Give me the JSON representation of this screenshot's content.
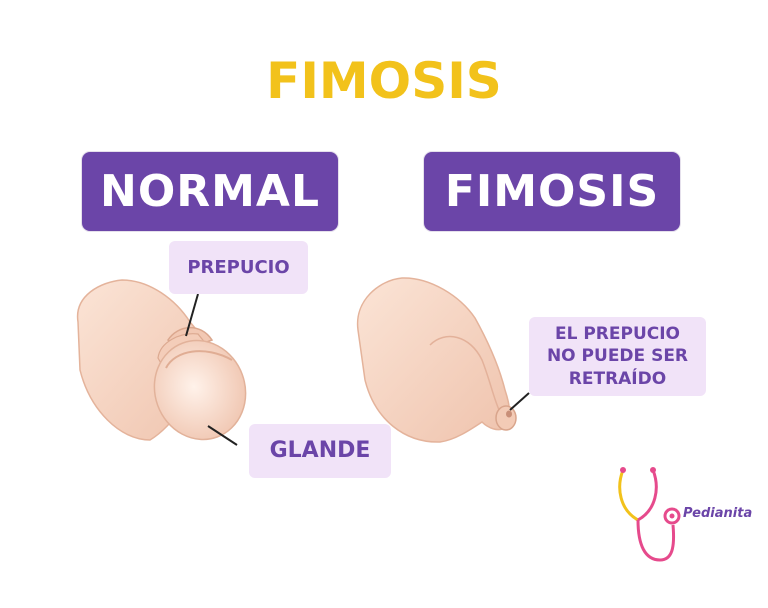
{
  "title": "FIMOSIS",
  "panels": {
    "normal": {
      "heading": "NORMAL"
    },
    "fimosis": {
      "heading": "FIMOSIS"
    }
  },
  "labels": {
    "prepucio": "PREPUCIO",
    "glande": "GLANDE",
    "retraido": "EL PREPUCIO\nNO PUEDE SER\nRETRAÍDO"
  },
  "brand": {
    "name": "Pedianita"
  },
  "colors": {
    "title": "#f2c21b",
    "banner": "#6b45a8",
    "label_bg": "#f1e3f8",
    "label_text": "#6b45a8",
    "skin": "#f7d7c4",
    "skin_shade": "#e8b49c",
    "stethoscope_pink": "#e64a8c",
    "stethoscope_yellow": "#f2c21b"
  }
}
